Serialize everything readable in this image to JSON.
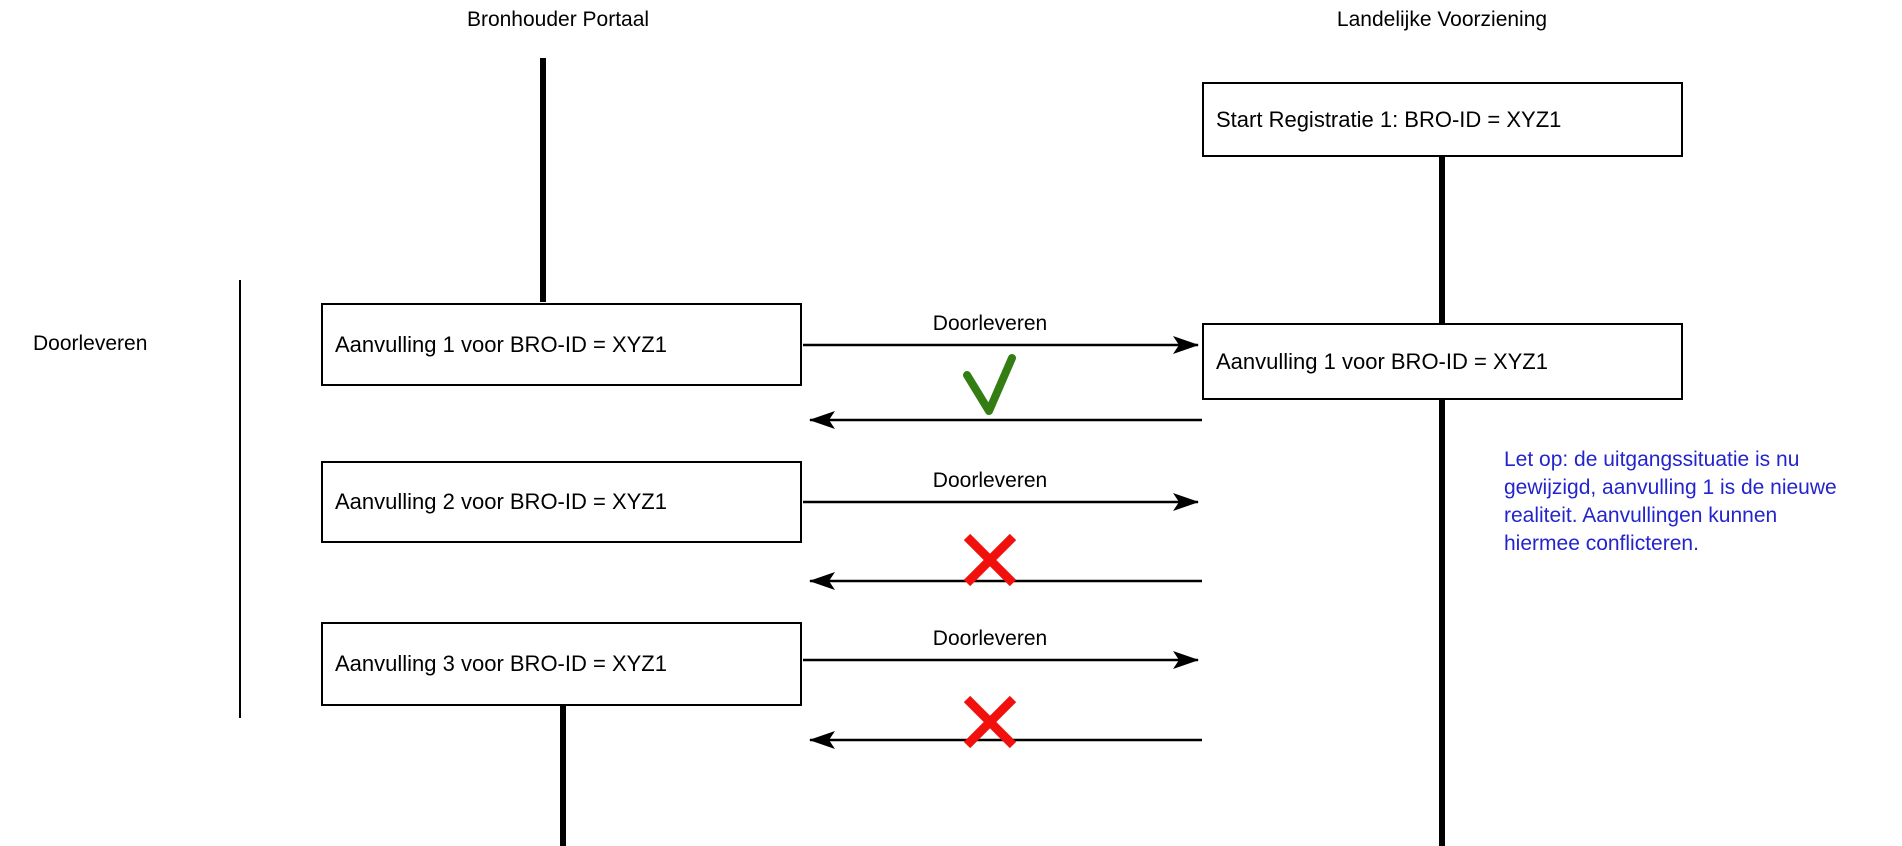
{
  "diagram": {
    "actors": [
      {
        "name": "Bronhouder Portaal"
      },
      {
        "name": "Landelijke Voorziening"
      }
    ],
    "group_label": "Doorleveren",
    "start_box": "Start Registratie 1: BRO-ID = XYZ1",
    "received_box": "Aanvulling 1 voor BRO-ID = XYZ1",
    "messages": [
      {
        "source_box": "Aanvulling 1 voor BRO-ID = XYZ1",
        "arrow_label": "Doorleveren",
        "result": "success"
      },
      {
        "source_box": "Aanvulling 2 voor BRO-ID = XYZ1",
        "arrow_label": "Doorleveren",
        "result": "failure"
      },
      {
        "source_box": "Aanvulling 3 voor BRO-ID = XYZ1",
        "arrow_label": "Doorleveren",
        "result": "failure"
      }
    ],
    "note": {
      "lines": [
        "Let op: de uitgangssituatie is nu",
        "gewijzigd, aanvulling 1 is de nieuwe",
        "realiteit. Aanvullingen kunnen",
        "hiermee conflicteren."
      ]
    },
    "colors": {
      "line_black": "#000000",
      "success_green": "#337D13",
      "error_red": "#F2100C",
      "note_blue": "#2424CE"
    }
  }
}
